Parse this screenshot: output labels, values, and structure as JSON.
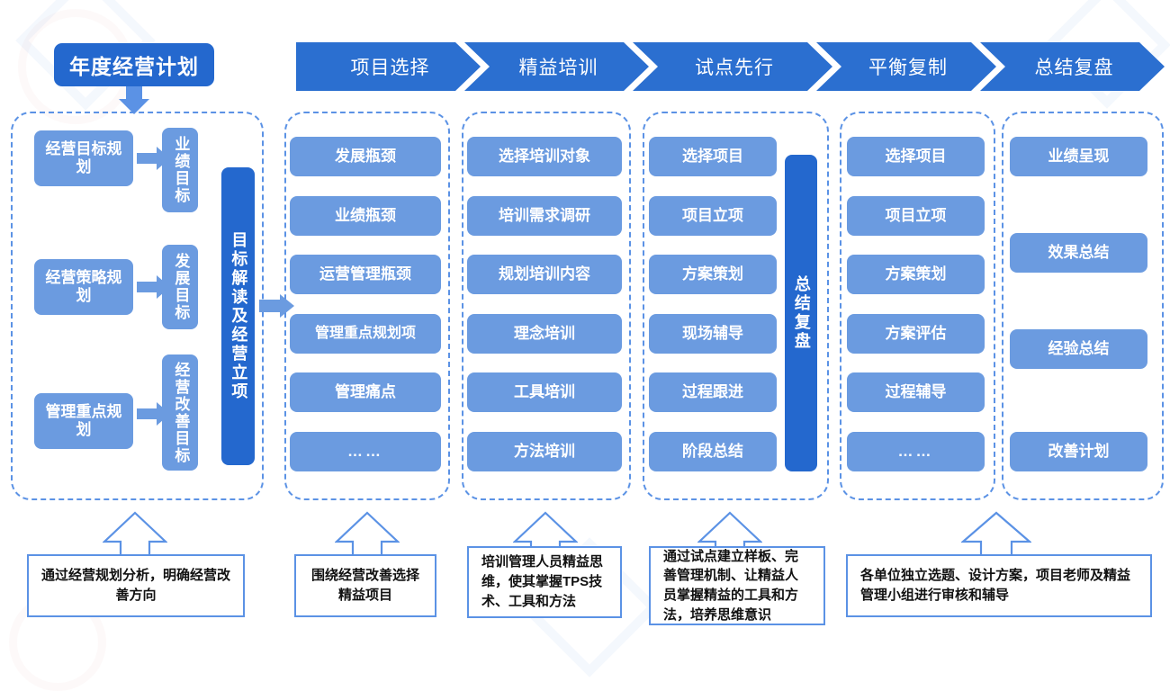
{
  "title_box": {
    "label": "年度经营计划"
  },
  "colors": {
    "dark_blue": "#2468ce",
    "chevron_blue": "#2b6fd0",
    "light_blue": "#6b9be0",
    "dashed_border": "#5b92e5",
    "text_white": "#ffffff"
  },
  "headers": [
    {
      "label": "项目选择"
    },
    {
      "label": "精益培训"
    },
    {
      "label": "试点先行"
    },
    {
      "label": "平衡复制"
    },
    {
      "label": "总结复盘"
    }
  ],
  "columns": [
    {
      "id": "annual-plan",
      "pairs": [
        {
          "left": "经营目标规划",
          "right": "业绩目标"
        },
        {
          "left": "经营策略规划",
          "right": "发展目标"
        },
        {
          "left": "管理重点规划",
          "right": "经营改善目标"
        }
      ],
      "side_bar": "目标解读及经营立项"
    },
    {
      "id": "project-selection",
      "items": [
        "发展瓶颈",
        "业绩瓶颈",
        "运营管理瓶颈",
        "管理重点规划项",
        "管理痛点",
        "……"
      ]
    },
    {
      "id": "lean-training",
      "items": [
        "选择培训对象",
        "培训需求调研",
        "规划培训内容",
        "理念培训",
        "工具培训",
        "方法培训"
      ]
    },
    {
      "id": "pilot-first",
      "items": [
        "选择项目",
        "项目立项",
        "方案策划",
        "现场辅导",
        "过程跟进",
        "阶段总结"
      ],
      "side_bar": "总结复盘"
    },
    {
      "id": "balanced-replication",
      "items": [
        "选择项目",
        "项目立项",
        "方案策划",
        "方案评估",
        "过程辅导",
        "……"
      ]
    },
    {
      "id": "summary-review",
      "items": [
        "业绩呈现",
        "效果总结",
        "经验总结",
        "改善计划"
      ]
    }
  ],
  "captions": [
    {
      "id": "caption-1",
      "text": "通过经营规划分析，明确经营改善方向"
    },
    {
      "id": "caption-2",
      "text": "围绕经营改善选择精益项目"
    },
    {
      "id": "caption-3",
      "text": "培训管理人员精益思维，使其掌握TPS技术、工具和方法"
    },
    {
      "id": "caption-4",
      "text": "通过试点建立样板、完善管理机制、让精益人员掌握精益的工具和方法，培养思维意识"
    },
    {
      "id": "caption-5",
      "text": "各单位独立选题、设计方案，项目老师及精益管理小组进行审核和辅导"
    }
  ]
}
